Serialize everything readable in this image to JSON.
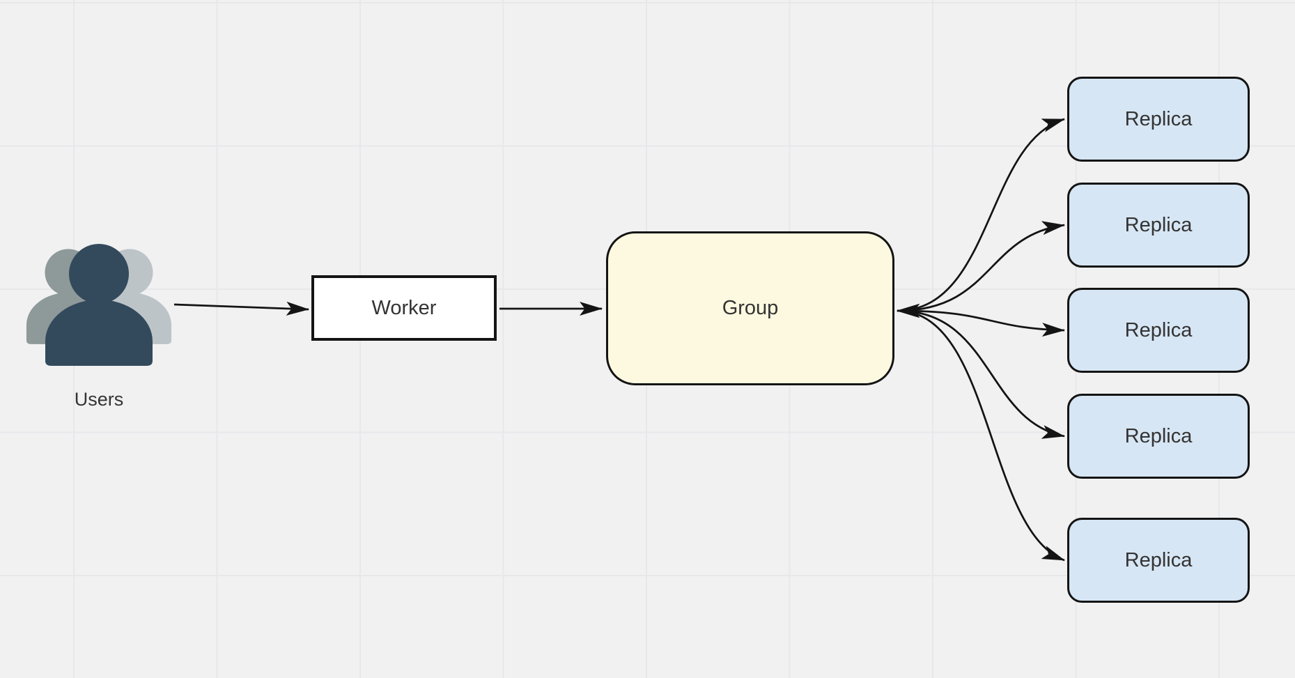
{
  "diagram": {
    "nodes": {
      "users": {
        "label": "Users",
        "type": "actor-icon"
      },
      "worker": {
        "label": "Worker",
        "type": "rectangle"
      },
      "group": {
        "label": "Group",
        "type": "rounded-rectangle"
      },
      "replicas": [
        {
          "label": "Replica"
        },
        {
          "label": "Replica"
        },
        {
          "label": "Replica"
        },
        {
          "label": "Replica"
        },
        {
          "label": "Replica"
        }
      ]
    },
    "edges": [
      {
        "from": "users",
        "to": "worker",
        "style": "straight-arrow"
      },
      {
        "from": "worker",
        "to": "group",
        "style": "straight-arrow"
      },
      {
        "from": "group",
        "to": "replica-1",
        "style": "curved-double-arrow"
      },
      {
        "from": "group",
        "to": "replica-2",
        "style": "curved-double-arrow"
      },
      {
        "from": "group",
        "to": "replica-3",
        "style": "curved-double-arrow"
      },
      {
        "from": "group",
        "to": "replica-4",
        "style": "curved-double-arrow"
      },
      {
        "from": "group",
        "to": "replica-5",
        "style": "curved-double-arrow"
      }
    ]
  },
  "colors": {
    "canvas_bg": "#f1f1f2",
    "grid_line": "#e7e8e9",
    "edge_color": "#141414",
    "node_border": "#141414",
    "label_color": "#333333",
    "worker_fill": "#ffffff",
    "group_fill": "#fcf9e0",
    "replica_fill": "#d7e6f4",
    "users_icon_front": "#33495c",
    "users_icon_back_left": "#8e9999",
    "users_icon_back_right": "#bcc4c8"
  }
}
